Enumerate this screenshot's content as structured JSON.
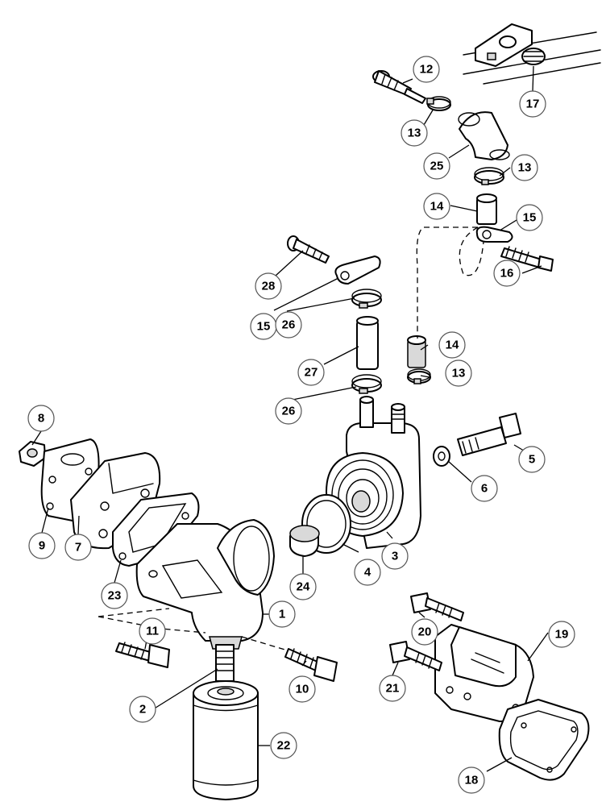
{
  "callouts": [
    {
      "id": "c1",
      "label": "1"
    },
    {
      "id": "c2",
      "label": "2"
    },
    {
      "id": "c3",
      "label": "3"
    },
    {
      "id": "c4",
      "label": "4"
    },
    {
      "id": "c5",
      "label": "5"
    },
    {
      "id": "c6",
      "label": "6"
    },
    {
      "id": "c7",
      "label": "7"
    },
    {
      "id": "c8",
      "label": "8"
    },
    {
      "id": "c9",
      "label": "9"
    },
    {
      "id": "c10",
      "label": "10"
    },
    {
      "id": "c11",
      "label": "11"
    },
    {
      "id": "c12",
      "label": "12"
    },
    {
      "id": "c13a",
      "label": "13"
    },
    {
      "id": "c13b",
      "label": "13"
    },
    {
      "id": "c13c",
      "label": "13"
    },
    {
      "id": "c14a",
      "label": "14"
    },
    {
      "id": "c14b",
      "label": "14"
    },
    {
      "id": "c15a",
      "label": "15"
    },
    {
      "id": "c15b",
      "label": "15"
    },
    {
      "id": "c16",
      "label": "16"
    },
    {
      "id": "c17",
      "label": "17"
    },
    {
      "id": "c18",
      "label": "18"
    },
    {
      "id": "c19",
      "label": "19"
    },
    {
      "id": "c20",
      "label": "20"
    },
    {
      "id": "c21",
      "label": "21"
    },
    {
      "id": "c22",
      "label": "22"
    },
    {
      "id": "c23",
      "label": "23"
    },
    {
      "id": "c24",
      "label": "24"
    },
    {
      "id": "c25",
      "label": "25"
    },
    {
      "id": "c26a",
      "label": "26"
    },
    {
      "id": "c26b",
      "label": "26"
    },
    {
      "id": "c27",
      "label": "27"
    },
    {
      "id": "c28",
      "label": "28"
    }
  ]
}
